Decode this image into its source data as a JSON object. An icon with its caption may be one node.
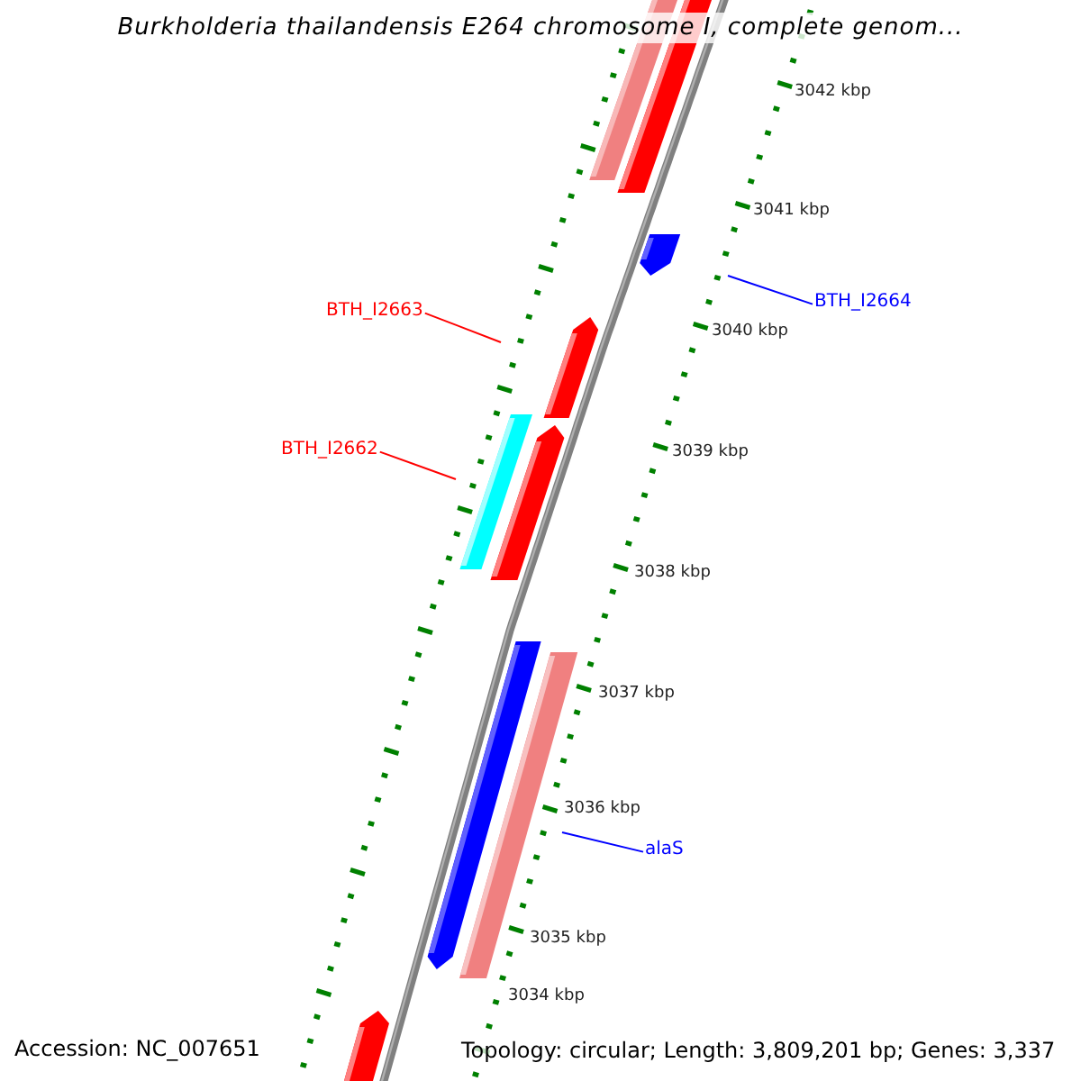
{
  "diagram": {
    "title": "Burkholderia thailandensis E264 chromosome I, complete genom...",
    "nodes": [
      {
        "text": [
          "BTH_I2663"
        ]
      },
      {
        "text": [
          "BTH_I2664"
        ]
      },
      {
        "text": [
          "BTH_I2662"
        ]
      },
      {
        "text": [
          "alaS"
        ]
      }
    ],
    "edges": [
      {
        "from": 0,
        "to": null,
        "arrow": "none",
        "color": "#ff0000"
      },
      {
        "from": 1,
        "to": null,
        "arrow": "none",
        "color": "#0000ff"
      },
      {
        "from": 2,
        "to": null,
        "arrow": "none",
        "color": "#ff0000"
      },
      {
        "from": 3,
        "to": null,
        "arrow": "none",
        "color": "#0000ff"
      }
    ],
    "labels": [
      "3042 kbp",
      "3041 kbp",
      "3040 kbp",
      "3039 kbp",
      "3038 kbp",
      "3037 kbp",
      "3036 kbp",
      "3035 kbp",
      "3034 kbp",
      "Accession: NC_007651",
      "Topology: circular; Length: 3,809,201 bp; Genes: 3,337"
    ]
  }
}
